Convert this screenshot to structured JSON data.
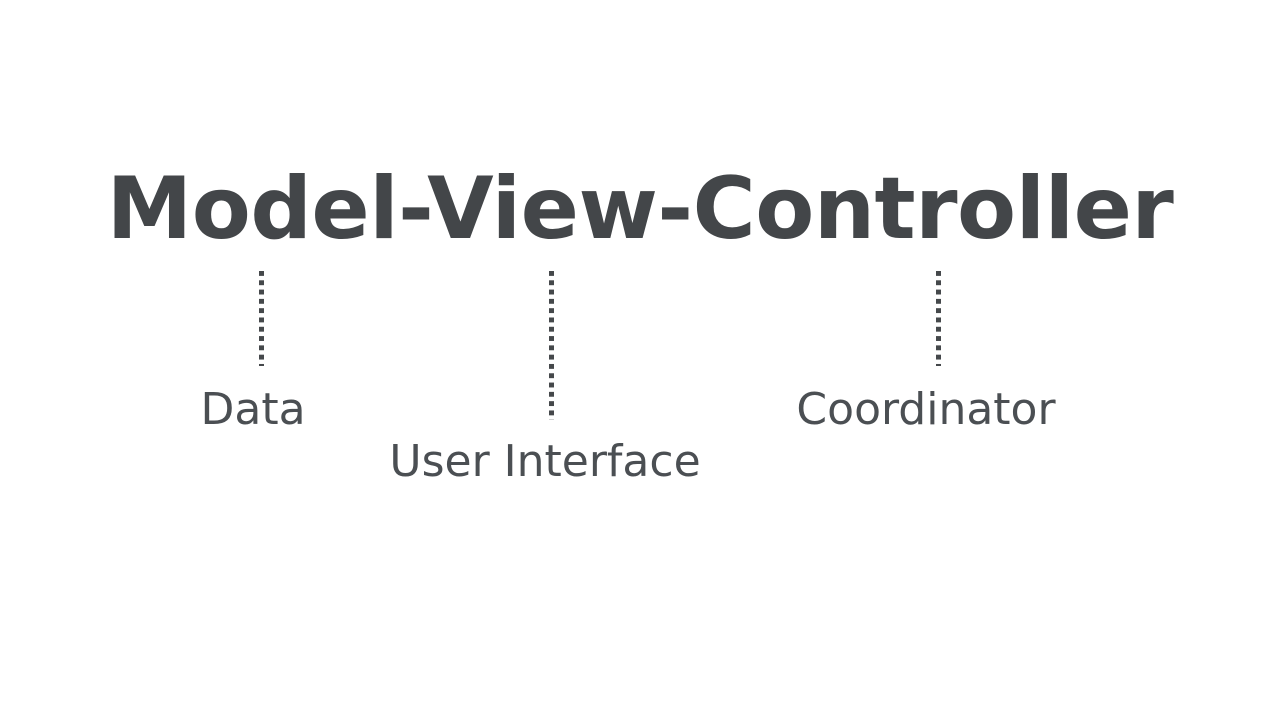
{
  "slide": {
    "background_color": "#ffffff",
    "title": {
      "text": "Model-View-Controller",
      "color": "#434649"
    },
    "connector_color": "#45484b",
    "label_color": "#4b4f53",
    "components": [
      {
        "term": "Model",
        "label": "Data",
        "connector": "dotted-vertical-line"
      },
      {
        "term": "View",
        "label": "User Interface",
        "connector": "dotted-vertical-line"
      },
      {
        "term": "Controller",
        "label": "Coordinator",
        "connector": "dotted-vertical-line"
      }
    ]
  }
}
